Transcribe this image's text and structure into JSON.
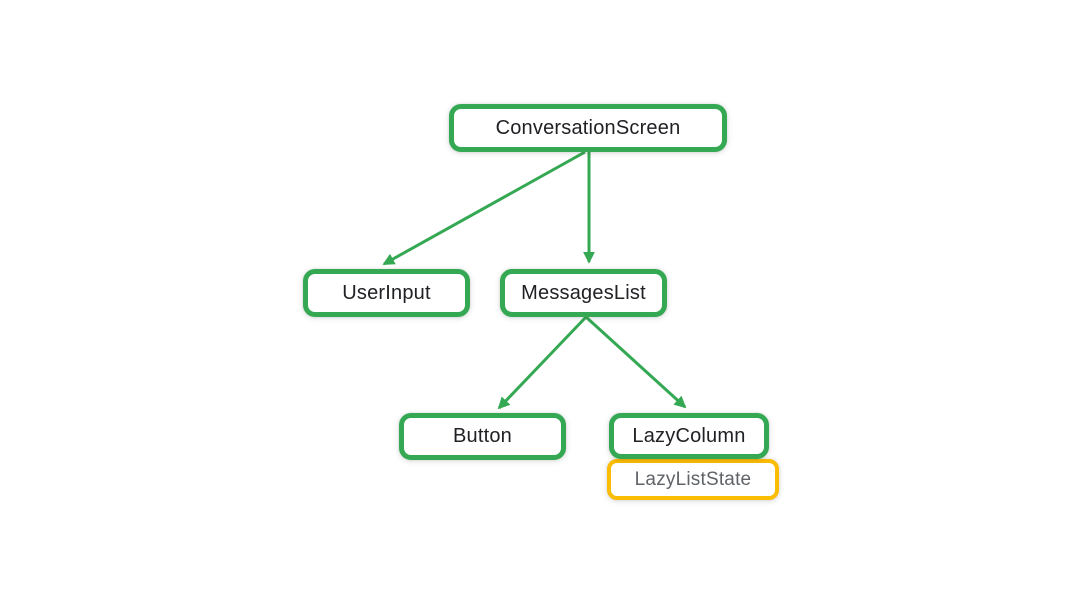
{
  "diagram": {
    "type": "tree",
    "description": "UI composable hierarchy tree",
    "nodes": [
      {
        "id": "conversation-screen",
        "label": "ConversationScreen",
        "kind": "composable"
      },
      {
        "id": "user-input",
        "label": "UserInput",
        "kind": "composable"
      },
      {
        "id": "messages-list",
        "label": "MessagesList",
        "kind": "composable"
      },
      {
        "id": "button",
        "label": "Button",
        "kind": "composable"
      },
      {
        "id": "lazy-column",
        "label": "LazyColumn",
        "kind": "composable"
      },
      {
        "id": "lazy-list-state",
        "label": "LazyListState",
        "kind": "state"
      }
    ],
    "edges": [
      {
        "from": "ConversationScreen",
        "to": "UserInput"
      },
      {
        "from": "ConversationScreen",
        "to": "MessagesList"
      },
      {
        "from": "MessagesList",
        "to": "Button"
      },
      {
        "from": "MessagesList",
        "to": "LazyColumn"
      }
    ],
    "attachments": [
      {
        "host": "LazyColumn",
        "attached": "LazyListState"
      }
    ],
    "colors": {
      "composable_border": "#34A853",
      "state_border": "#FBBC04",
      "arrow": "#34A853",
      "composable_text": "#202124",
      "state_text": "#5F6368",
      "background": "#FFFFFF"
    }
  }
}
